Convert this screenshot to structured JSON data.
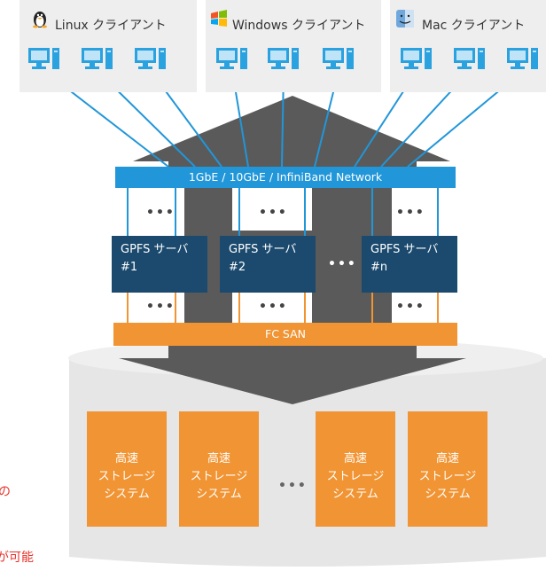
{
  "clients": [
    {
      "os": "linux",
      "icon": "linux-penguin-icon",
      "label": "Linux クライアント"
    },
    {
      "os": "windows",
      "icon": "windows-logo-icon",
      "label": "Windows クライアント"
    },
    {
      "os": "mac",
      "icon": "mac-finder-icon",
      "label": "Mac クライアント"
    }
  ],
  "network": {
    "label": "1GbE / 10GbE / InfiniBand Network",
    "color": "#2196d8"
  },
  "servers": [
    {
      "name": "GPFS サーバ",
      "id": "#1"
    },
    {
      "name": "GPFS サーバ",
      "id": "#2"
    },
    {
      "name": "GPFS サーバ",
      "id": "#n"
    }
  ],
  "ellipsis": "•••",
  "san": {
    "label": "FC SAN",
    "color": "#f19433"
  },
  "storage": {
    "line1": "高速",
    "line2": "ストレージ",
    "line3": "システム",
    "count_shown": 4
  },
  "side_text": {
    "fragment1": "の",
    "fragment2": "が可能"
  },
  "colors": {
    "server": "#1b4a6e",
    "arrow": "#5a5a5a",
    "storage_bg": "#e6e6e6",
    "side_text": "#e8322b"
  }
}
